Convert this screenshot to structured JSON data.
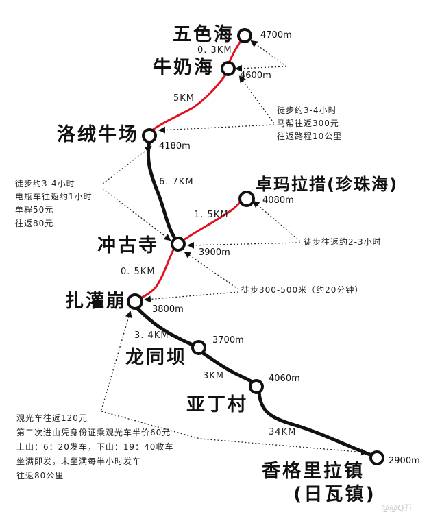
{
  "places": {
    "wuse": "五色海",
    "niunai": "牛奶海",
    "luorong": "洛绒牛场",
    "zhuoma": "卓玛拉措(珍珠海)",
    "chonggu": "冲古寺",
    "zhaguan": "扎灌崩",
    "longtong": "龙同坝",
    "yading": "亚丁村",
    "xianggelila": "香格里拉镇",
    "riwa": "(日瓦镇)"
  },
  "altitudes": {
    "wuse": "4700m",
    "niunai": "4600m",
    "luorong": "4180m",
    "zhuoma": "4080m",
    "chonggu": "3900m",
    "zhaguan": "3800m",
    "longtong": "3700m",
    "yading": "4060m",
    "xianggelila": "2900m"
  },
  "distances": {
    "wuse_niunai": "0. 3KM",
    "niunai_luorong": "5KM",
    "luorong_chonggu": "6. 7KM",
    "chonggu_zhuoma": "1. 5KM",
    "chonggu_zhaguan": "0. 5KM",
    "zhaguan_longtong": "3. 4KM",
    "longtong_yading": "3KM",
    "yading_xianggelila": "34KM"
  },
  "notes": {
    "niunai_hike": [
      "徒步约3-4小时",
      "马帮往返300元",
      "往返路程10公里"
    ],
    "luorong_hike": [
      "徒步约3-4小时",
      "电瓶车往返约1小时",
      "单程50元",
      "往返80元"
    ],
    "zhuoma_hike": [
      "徒步往返约2-3小时"
    ],
    "chonggu_hike": [
      "徒步300-500米（约20分钟）"
    ],
    "bus": [
      "观光车往返120元",
      "第二次进山凭身份证乘观光车半价60元",
      "上山：6：20发车，下山：19：40收车",
      "坐满即发，未坐满每半小时发车",
      "往返80公里"
    ]
  },
  "watermark": "@@Q万"
}
